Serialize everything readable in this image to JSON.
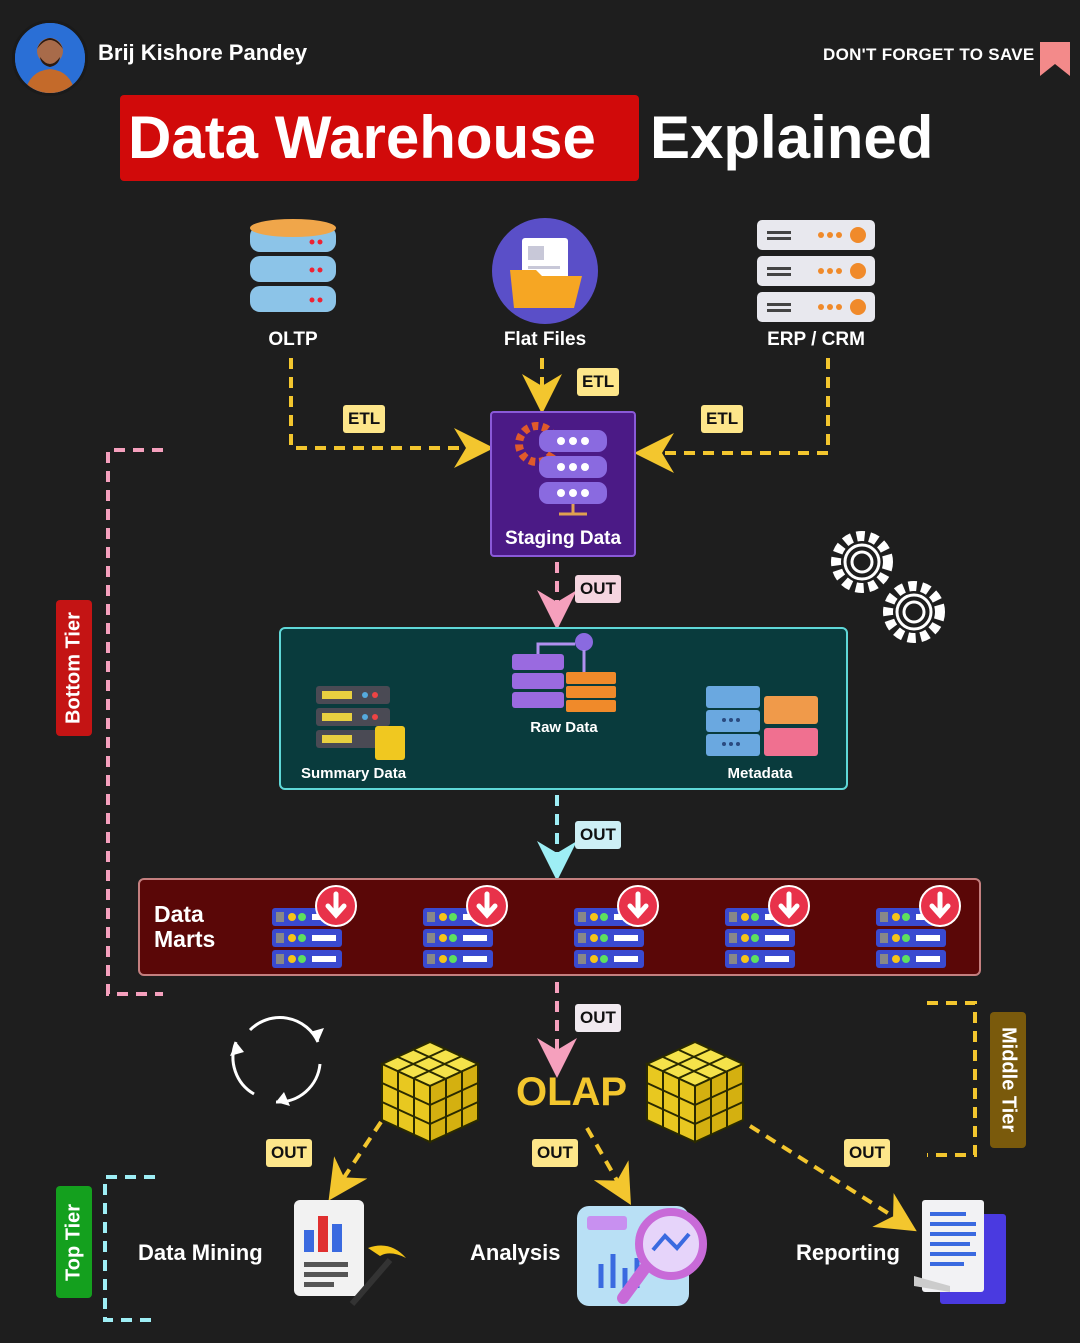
{
  "header": {
    "author_name": "Brij Kishore Pandey",
    "save_text": "DON'T FORGET TO SAVE"
  },
  "title": {
    "highlight": "Data Warehouse",
    "rest": "Explained"
  },
  "sources": [
    {
      "label": "OLTP",
      "icon": "database-icon"
    },
    {
      "label": "Flat Files",
      "icon": "folder-icon"
    },
    {
      "label": "ERP / CRM",
      "icon": "server-rack-icon"
    }
  ],
  "etl_tags": [
    "ETL",
    "ETL",
    "ETL"
  ],
  "staging": {
    "label": "Staging Data"
  },
  "warehouse": {
    "raw": "Raw Data",
    "summary": "Summary Data",
    "metadata": "Metadata"
  },
  "marts": {
    "label_line1": "Data",
    "label_line2": "Marts",
    "count": 5
  },
  "out_tags": [
    "OUT",
    "OUT",
    "OUT",
    "OUT",
    "OUT",
    "OUT"
  ],
  "olap": "OLAP",
  "outputs": [
    {
      "label": "Data Mining",
      "icon": "report-pickaxe-icon"
    },
    {
      "label": "Analysis",
      "icon": "magnifier-chart-icon"
    },
    {
      "label": "Reporting",
      "icon": "documents-icon"
    }
  ],
  "tiers": {
    "bottom": "Bottom Tier",
    "middle": "Middle Tier",
    "top": "Top Tier"
  },
  "colors": {
    "background": "#1e1e1e",
    "title_red": "#d10a0a",
    "staging_purple": "#4b1a86",
    "warehouse_teal": "#093b3d",
    "marts_maroon": "#5a0707",
    "arrow_yellow": "#f3c62e",
    "arrow_pink": "#f5a0bd",
    "arrow_cyan": "#9eeef5",
    "bottom_tier": "#c41414",
    "middle_tier": "#7a5a0c",
    "top_tier": "#14a01e"
  }
}
